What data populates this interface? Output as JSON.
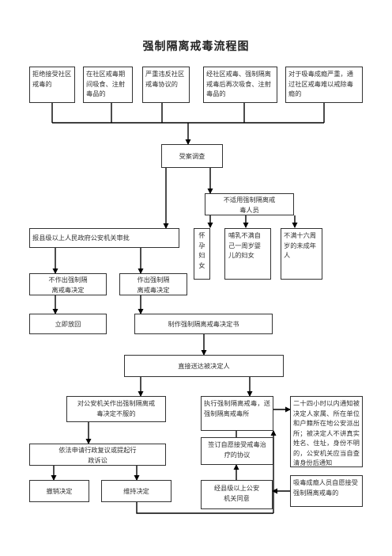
{
  "title": "强制隔离戒毒流程图",
  "boxes": {
    "c1": "拒绝接受社区戒毒的",
    "c2": "在社区戒毒期间吸食、注射毒品的",
    "c3": "严重违反社区戒毒协议的",
    "c4": "经社区戒毒、强制隔离戒毒后再次吸食、注射毒品的",
    "c5": "对于吸毒成瘾严重，通过社区戒毒难以戒除毒瘾的",
    "investigate": "受案调查",
    "not_applicable": "不适用强制隔离戒毒人员",
    "report": "报县级以上人民政府公安机关审批",
    "pregnant": "怀孕妇女",
    "nursing": "哺乳不满自己一周岁婴儿的妇女",
    "minor": "不满十六周岁的未成年人",
    "no_decision": "不作出强制隔离戒毒决定",
    "decision": "作出强制隔离戒毒决定",
    "release": "立即放回",
    "make_decision": "制作强制隔离戒毒决定书",
    "deliver": "直接送达被决定人",
    "disagree": "对公安机关作出强制隔离戒毒决定不服的",
    "execute": "执行强制隔离戒毒，送强制隔离戒毒所",
    "notify": "二十四小时以内通知被决定人家属、所在单位和户籍所在地公安派出所；被决定人不讲真实姓名、住址，身份不明的，公安机关应当自查清身份后通知",
    "review": "依法申请行政复议或提起行政诉讼",
    "voluntary": "签订自愿接受戒毒治疗的协议",
    "revoke": "撤销决定",
    "maintain": "维持决定",
    "approve": "经县级以上公安机关同意",
    "accept_addict": "吸毒成瘾人员自愿接受强制隔离戒毒的"
  }
}
